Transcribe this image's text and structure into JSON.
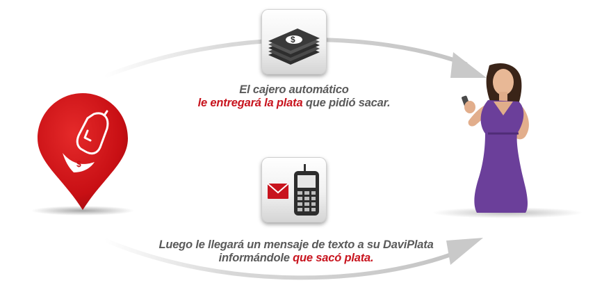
{
  "step_top": {
    "line1": "El cajero automático",
    "line2_accent": "le entregará la plata",
    "line2_rest": " que pidió sacar.",
    "icon": "cash-stack-icon"
  },
  "step_bottom": {
    "line1": "Luego le llegará un mensaje de texto a su DaviPlata",
    "line2_rest": "informándole ",
    "line2_accent": "que sacó plata.",
    "icons": [
      "envelope-icon",
      "mobile-phone-icon"
    ]
  },
  "pin_icon": "daviplata-location-pin-icon",
  "person": "woman-with-phone-image",
  "colors": {
    "accent": "#c8141e",
    "text": "#5a5a5a",
    "arrow": "#cfcfcf"
  }
}
